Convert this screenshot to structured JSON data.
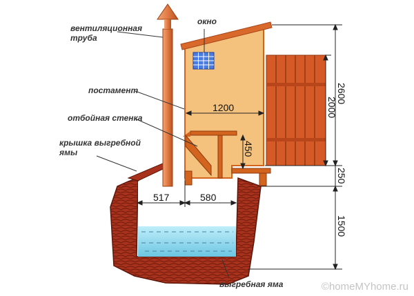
{
  "labels": {
    "vent_pipe_line1": "вентиляционная",
    "vent_pipe_line2": "труба",
    "window": "окно",
    "pedestal": "постамент",
    "splash_wall": "отбойная стенка",
    "pit_cover_line1": "крышка выгребной",
    "pit_cover_line2": "ямы",
    "cesspit": "выгребная яма"
  },
  "dimensions": {
    "house_width": "1200",
    "pedestal_height": "450",
    "left_span": "517",
    "right_span": "580",
    "total_height": "2600",
    "door_height": "2000",
    "foundation_height": "250",
    "pit_depth": "1500"
  },
  "watermark": "©homeMYhome.ru",
  "colors": {
    "wall": "#f5c27d",
    "timber": "#d2641e",
    "brick": "#9c2b1a",
    "water": "#8fd8ee",
    "dimension_line": "#222222"
  }
}
